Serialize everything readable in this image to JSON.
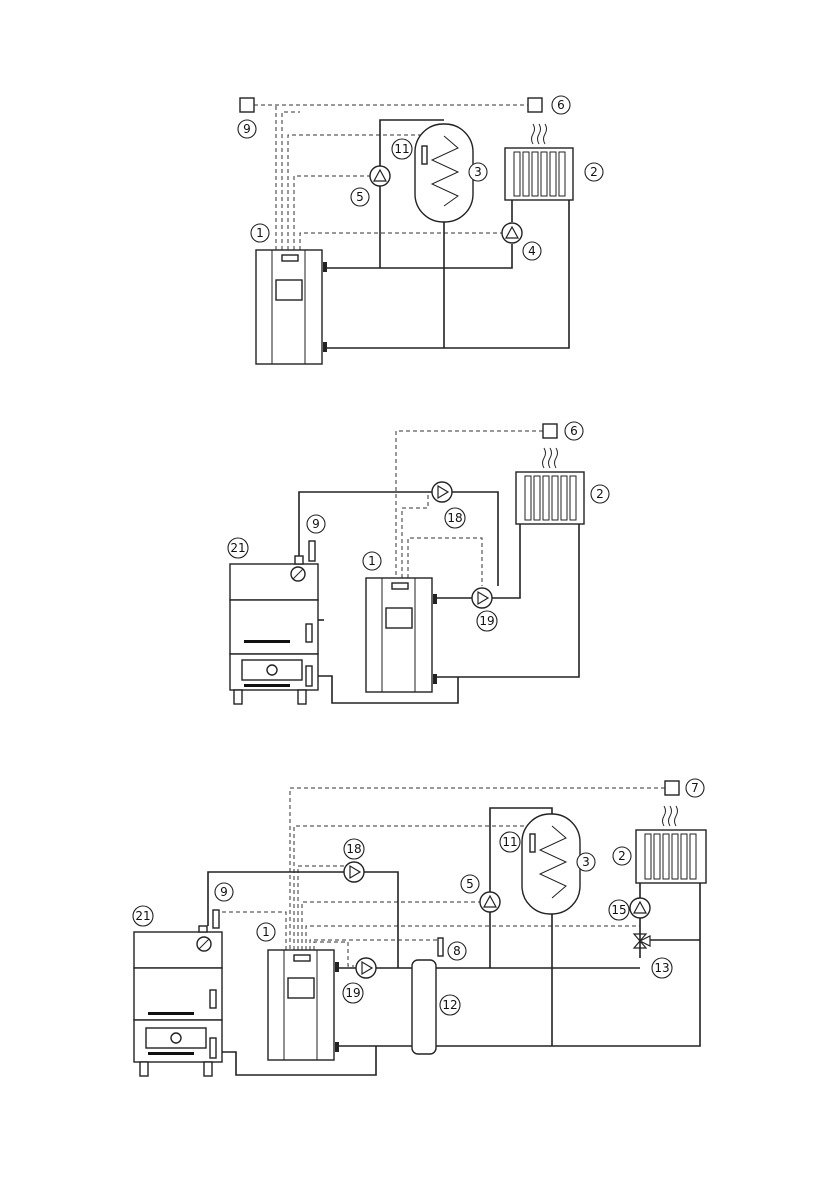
{
  "diagrams": [
    {
      "name": "scheme-1",
      "labels": [
        "1",
        "2",
        "3",
        "4",
        "5",
        "6",
        "9",
        "11"
      ]
    },
    {
      "name": "scheme-2",
      "labels": [
        "1",
        "2",
        "6",
        "9",
        "18",
        "19",
        "21"
      ]
    },
    {
      "name": "scheme-3",
      "labels": [
        "1",
        "2",
        "3",
        "5",
        "7",
        "8",
        "9",
        "11",
        "12",
        "13",
        "15",
        "18",
        "19",
        "21"
      ]
    }
  ],
  "colors": {
    "line": "#222222",
    "background": "#ffffff"
  }
}
